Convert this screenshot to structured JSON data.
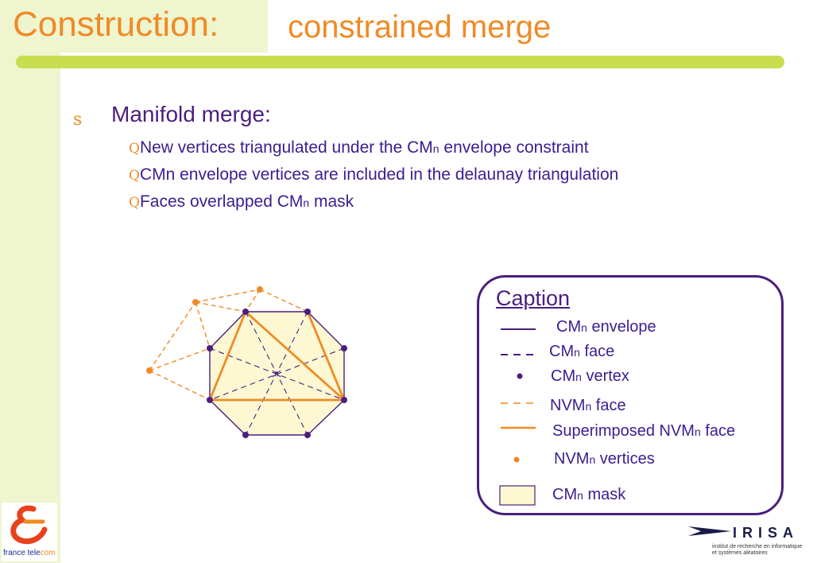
{
  "title": {
    "main": "Construction:",
    "sub": "constrained merge"
  },
  "content": {
    "bullet_glyph": "s",
    "sub_glyph": "Q",
    "heading": "Manifold merge:",
    "items": [
      {
        "a": "New vertices triangulated under the CM",
        "n": "n",
        "b": " envelope constraint"
      },
      {
        "a": "CMn envelope vertices are included in the delaunay triangulation",
        "n": "",
        "b": ""
      },
      {
        "a": "Faces overlapped CM",
        "n": "n",
        "b": " mask"
      }
    ]
  },
  "caption": {
    "title": "Caption",
    "entries": [
      {
        "a": "CM",
        "n": "n",
        "b": " envelope"
      },
      {
        "a": "CM",
        "n": "n",
        "b": " face"
      },
      {
        "a": "CM",
        "n": "n",
        "b": " vertex"
      },
      {
        "a": "NVM",
        "n": "n",
        "b": " face"
      },
      {
        "a": "Superimposed NVM",
        "n": "n",
        "b": " face"
      },
      {
        "a": "NVM",
        "n": "n",
        "b": " vertices"
      },
      {
        "a": "CM",
        "n": "n",
        "b": " mask"
      }
    ]
  },
  "colors": {
    "orange": "#f08a24",
    "purple": "#4b1e7d",
    "mask_fill": "#fdf8d2",
    "green_bar": "#c8de4f",
    "sidebar": "#eef5cf"
  },
  "logos": {
    "france_telecom": {
      "a": "france tele",
      "b": "com"
    },
    "irisa": {
      "name": "IRISA",
      "line1": "institut de recherche en informatique",
      "line2": "et systèmes aléatoires"
    }
  }
}
